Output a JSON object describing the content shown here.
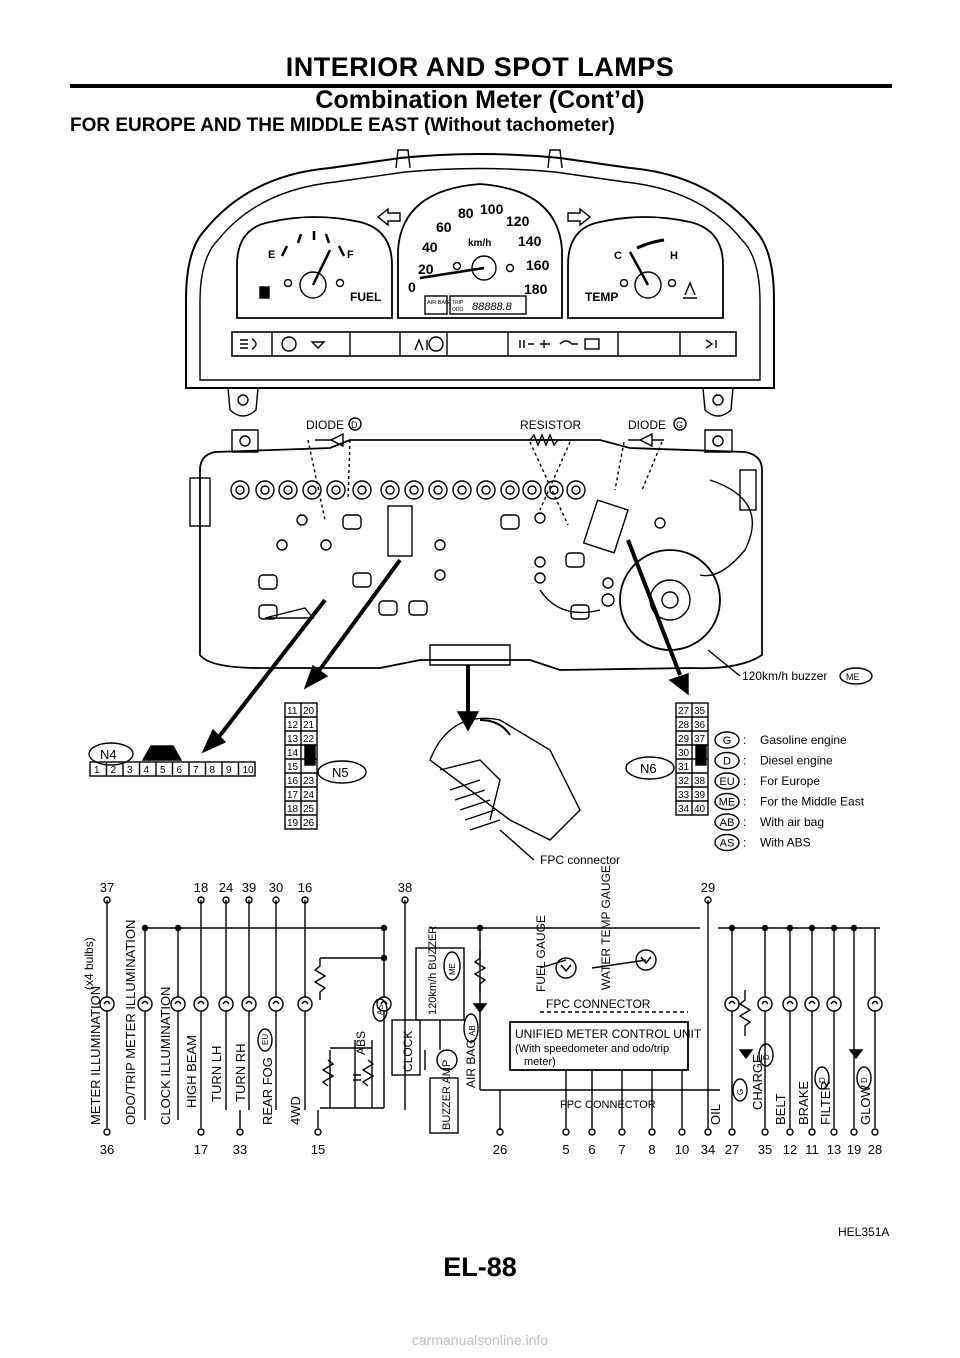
{
  "header": {
    "section": "INTERIOR AND SPOT LAMPS",
    "subsection": "Combination Meter (Cont’d)",
    "figure_title": "FOR EUROPE AND THE MIDDLE EAST (Without tachometer)"
  },
  "meter": {
    "speedo_ticks": [
      "0",
      "20",
      "40",
      "60",
      "80",
      "100",
      "120",
      "140",
      "160",
      "180"
    ],
    "speed_unit": "km/h",
    "fuel": {
      "label": "FUEL",
      "empty": "E",
      "full": "F"
    },
    "temp": {
      "label": "TEMP",
      "cold": "C",
      "hot": "H"
    },
    "airbag": "AIR BAG",
    "odo_labels": [
      "TRIP",
      "ODO"
    ],
    "odo_display": "88888.8"
  },
  "pcb": {
    "diode_d": "DIODE",
    "resistor": "RESISTOR",
    "diode_g": "DIODE",
    "buzzer_label": "120km/h buzzer",
    "fpc_connector": "FPC connector"
  },
  "connectors": {
    "n4": {
      "name": "N4",
      "pins": [
        "1",
        "2",
        "3",
        "4",
        "5",
        "6",
        "7",
        "8",
        "9",
        "10"
      ]
    },
    "n5": {
      "name": "N5",
      "pins": [
        [
          "11",
          "20"
        ],
        [
          "12",
          "21"
        ],
        [
          "13",
          "22"
        ],
        [
          "14",
          ""
        ],
        [
          "15",
          ""
        ],
        [
          "16",
          "23"
        ],
        [
          "17",
          "24"
        ],
        [
          "18",
          "25"
        ],
        [
          "19",
          "26"
        ]
      ]
    },
    "n6": {
      "name": "N6",
      "pins": [
        [
          "27",
          "35"
        ],
        [
          "28",
          "36"
        ],
        [
          "29",
          "37"
        ],
        [
          "30",
          ""
        ],
        [
          "31",
          ""
        ],
        [
          "32",
          "38"
        ],
        [
          "33",
          "39"
        ],
        [
          "34",
          "40"
        ]
      ]
    }
  },
  "legend": [
    {
      "code": "G",
      "text": "Gasoline engine"
    },
    {
      "code": "D",
      "text": "Diesel engine"
    },
    {
      "code": "EU",
      "text": "For Europe"
    },
    {
      "code": "ME",
      "text": "For the Middle East"
    },
    {
      "code": "AB",
      "text": "With air bag"
    },
    {
      "code": "AS",
      "text": "With ABS"
    }
  ],
  "schematic": {
    "top_pins": [
      {
        "id": "p37",
        "label": "37"
      },
      {
        "id": "p18",
        "label": "18"
      },
      {
        "id": "p24",
        "label": "24"
      },
      {
        "id": "p39",
        "label": "39"
      },
      {
        "id": "p30",
        "label": "30"
      },
      {
        "id": "p16",
        "label": "16"
      },
      {
        "id": "p38",
        "label": "38"
      },
      {
        "id": "p29",
        "label": "29"
      }
    ],
    "bottom_pins": [
      {
        "id": "p36",
        "label": "36"
      },
      {
        "id": "p17",
        "label": "17"
      },
      {
        "id": "p33",
        "label": "33"
      },
      {
        "id": "p15",
        "label": "15"
      },
      {
        "id": "p26",
        "label": "26"
      },
      {
        "id": "p5",
        "label": "5"
      },
      {
        "id": "p6",
        "label": "6"
      },
      {
        "id": "p7",
        "label": "7"
      },
      {
        "id": "p8",
        "label": "8"
      },
      {
        "id": "p10",
        "label": "10"
      },
      {
        "id": "p34",
        "label": "34"
      },
      {
        "id": "p27",
        "label": "27"
      },
      {
        "id": "p35",
        "label": "35"
      },
      {
        "id": "p12",
        "label": "12"
      },
      {
        "id": "p11",
        "label": "11"
      },
      {
        "id": "p13",
        "label": "13"
      },
      {
        "id": "p19",
        "label": "19"
      },
      {
        "id": "p28",
        "label": "28"
      }
    ],
    "bulb_count": "(x4 bulbs)",
    "labels": {
      "meter_illum": "METER ILLUMINATION",
      "odo_illum": "ODO/TRIP METER ILLUMINATION",
      "clock_illum": "CLOCK ILLUMINATION",
      "high_beam": "HIGH BEAM",
      "turn_lh": "TURN LH",
      "turn_rh": "TURN RH",
      "rear_fog": "REAR FOG",
      "four_wd": "4WD",
      "abs": "ABS",
      "clock": "CLOCK",
      "buzzer": "120km/h BUZZER",
      "buzzer_amp": "BUZZER AMP",
      "air_bag": "AIR BAG",
      "fuel_gauge": "FUEL GAUGE",
      "water_temp": "WATER TEMP GAUGE",
      "fpc_connector": "FPC CONNECTOR",
      "ucu_1": "UNIFIED METER CONTROL UNIT",
      "ucu_2": "(With speedometer and odo/trip",
      "ucu_3": "meter)",
      "fpc_connector2": "FPC CONNECTOR",
      "oil": "OIL",
      "charge": "CHARGE",
      "belt": "BELT",
      "brake": "BRAKE",
      "filter": "FILTER",
      "glow": "GLOW"
    }
  },
  "footer": {
    "figure_id": "HEL351A",
    "page": "EL-88",
    "watermark": "carmanualsonline.info"
  }
}
